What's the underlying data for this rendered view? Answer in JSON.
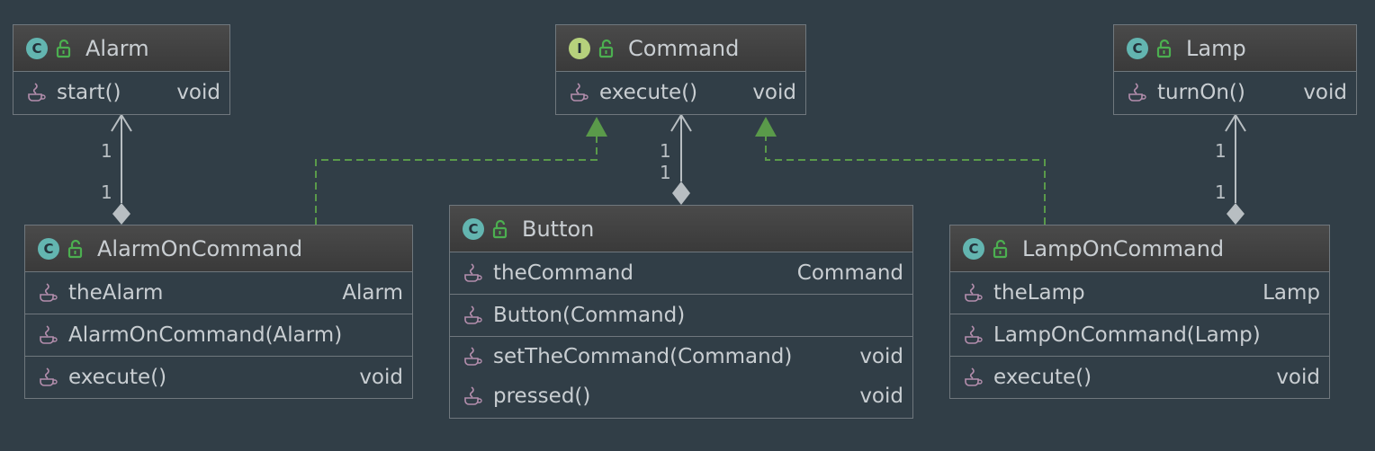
{
  "classes": {
    "alarm": {
      "kind": "C",
      "name": "Alarm",
      "methods": [
        {
          "name": "start()",
          "type": "void"
        }
      ]
    },
    "command": {
      "kind": "I",
      "name": "Command",
      "methods": [
        {
          "name": "execute()",
          "type": "void"
        }
      ]
    },
    "lamp": {
      "kind": "C",
      "name": "Lamp",
      "methods": [
        {
          "name": "turnOn()",
          "type": "void"
        }
      ]
    },
    "alarm_on_command": {
      "kind": "C",
      "name": "AlarmOnCommand",
      "fields": [
        {
          "name": "theAlarm",
          "type": "Alarm"
        }
      ],
      "constructors": [
        {
          "name": "AlarmOnCommand(Alarm)",
          "type": ""
        }
      ],
      "methods": [
        {
          "name": "execute()",
          "type": "void"
        }
      ]
    },
    "button": {
      "kind": "C",
      "name": "Button",
      "fields": [
        {
          "name": "theCommand",
          "type": "Command"
        }
      ],
      "constructors": [
        {
          "name": "Button(Command)",
          "type": ""
        }
      ],
      "methods": [
        {
          "name": "setTheCommand(Command)",
          "type": "void"
        },
        {
          "name": "pressed()",
          "type": "void"
        }
      ]
    },
    "lamp_on_command": {
      "kind": "C",
      "name": "LampOnCommand",
      "fields": [
        {
          "name": "theLamp",
          "type": "Lamp"
        }
      ],
      "constructors": [
        {
          "name": "LampOnCommand(Lamp)",
          "type": ""
        }
      ],
      "methods": [
        {
          "name": "execute()",
          "type": "void"
        }
      ]
    }
  },
  "relations": {
    "alarm_composition": {
      "source_mult": "1",
      "target_mult": "1"
    },
    "command_composition": {
      "source_mult": "1",
      "target_mult": "1"
    },
    "lamp_composition": {
      "source_mult": "1",
      "target_mult": "1"
    }
  },
  "colors": {
    "background": "#313e47",
    "border": "#6f777d",
    "text": "#c9ced2",
    "class_badge": "#63b5b0",
    "interface_badge": "#b6d17c",
    "lock_icon": "#4caf50",
    "method_icon": "#b48ead",
    "realization_line": "#5a9a4a",
    "association_line": "#b8bec2"
  }
}
